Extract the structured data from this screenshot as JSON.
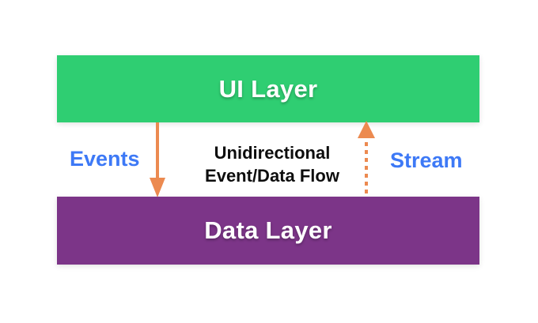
{
  "canvas": {
    "background": "#ffffff"
  },
  "diagram": {
    "ui_layer": {
      "label": "UI Layer",
      "fill": "#2FCE72",
      "text_color": "#ffffff"
    },
    "data_layer": {
      "label": "Data Layer",
      "fill": "#7C3588",
      "text_color": "#ffffff"
    },
    "events_arrow": {
      "label": "Events",
      "style": "solid",
      "direction": "down",
      "color": "#EC8A50"
    },
    "stream_arrow": {
      "label": "Stream",
      "style": "dashed",
      "direction": "up",
      "color": "#EC8A50"
    },
    "center_caption": {
      "line1": "Unidirectional",
      "line2": "Event/Data Flow",
      "color": "#0D0D0D"
    },
    "arrow_label_color": "#3D79F6"
  }
}
